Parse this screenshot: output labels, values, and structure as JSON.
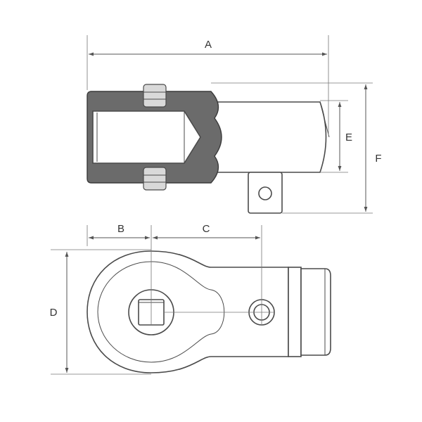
{
  "diagram": {
    "labels": {
      "A": "A",
      "B": "B",
      "C": "C",
      "D": "D",
      "E": "E",
      "F": "F"
    },
    "colors": {
      "line": "#4a4a4a",
      "body_dark": "#6b6b6b",
      "pin": "#d9d9d9",
      "text": "#333333"
    }
  }
}
